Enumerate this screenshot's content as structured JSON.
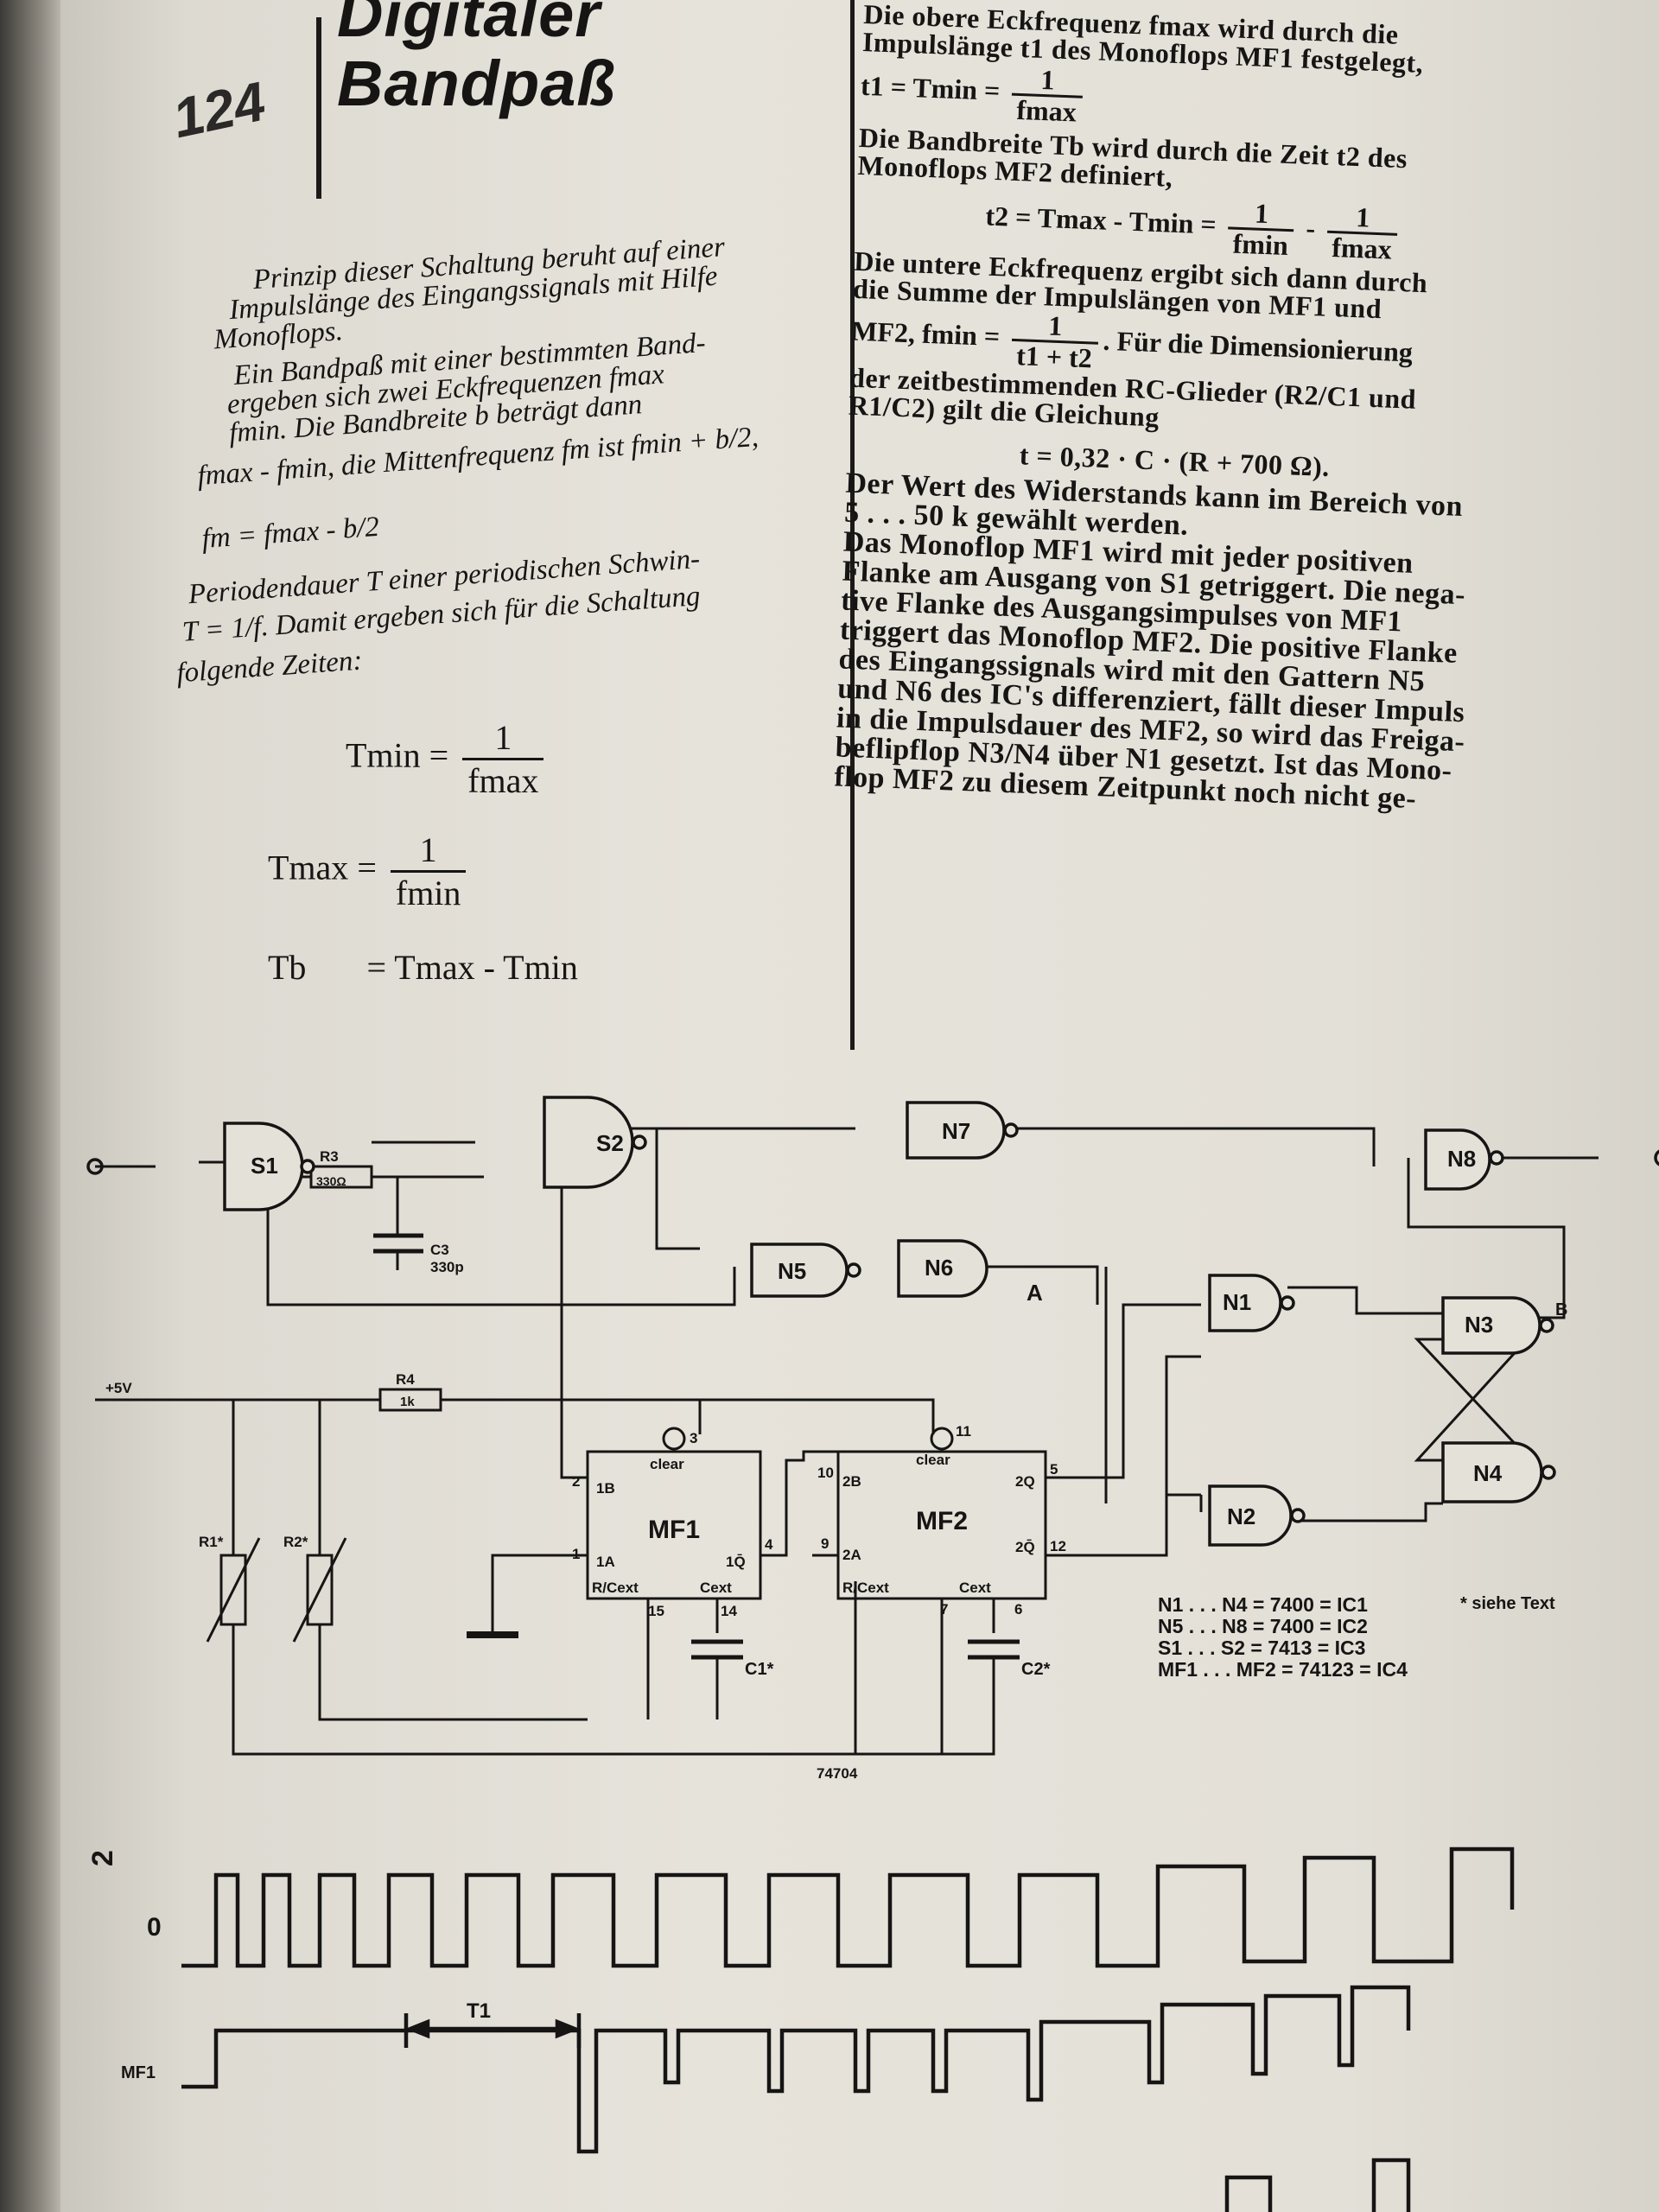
{
  "article": {
    "number": "124",
    "title_line1": "Digitaler",
    "title_line2": "Bandpaß"
  },
  "left_column": {
    "lines": [
      "Prinzip dieser Schaltung beruht auf einer",
      "Impulslänge des Eingangssignals mit Hilfe",
      "Monoflops.",
      "Ein Bandpaß mit einer bestimmten Band-",
      "ergeben sich zwei Eckfrequenzen fmax",
      "fmin. Die Bandbreite b beträgt dann",
      "fmax - fmin, die Mittenfrequenz fm ist fmin + b/2,",
      "fm = fmax - b/2",
      "Periodendauer T einer periodischen Schwin-",
      "T = 1/f. Damit ergeben sich für die Schaltung",
      "folgende Zeiten:"
    ],
    "formula_tmin_label": "Tmin",
    "formula_tmax_label": "Tmax",
    "formula_tb_label": "Tb",
    "formula_tb_rhs": "= Tmax - Tmin",
    "frac_one": "1",
    "frac_fmax": "fmax",
    "frac_fmin": "fmin"
  },
  "right_column": {
    "para1": [
      "Die obere Eckfrequenz fmax wird durch die",
      "Impulslänge t1 des Monoflops MF1 festgelegt,"
    ],
    "formula_t1": "t1 = Tmin =",
    "para2": [
      "Die Bandbreite Tb wird durch die Zeit t2 des",
      "Monoflops MF2 definiert,"
    ],
    "formula_t2": "t2 = Tmax - Tmin =",
    "para3": [
      "Die untere Eckfrequenz ergibt sich dann durch",
      "die Summe der Impulslängen von MF1 und"
    ],
    "formula_fmin_lhs": "MF2, fmin =",
    "formula_fmin_den": "t1 + t2",
    "formula_fmin_rhs": ". Für die Dimensionierung",
    "para4": [
      "der zeitbestimmenden RC-Glieder (R2/C1 und",
      "R1/C2) gilt die Gleichung"
    ],
    "formula_rc": "t = 0,32 · C · (R + 700 Ω).",
    "para5": [
      "Der Wert des Widerstands kann im Bereich von",
      "5 . . . 50 k gewählt werden.",
      "Das Monoflop MF1 wird mit jeder positiven",
      "Flanke am Ausgang von S1 getriggert. Die nega-",
      "tive Flanke des Ausgangsimpulses von MF1",
      "triggert das Monoflop MF2. Die positive Flanke",
      "des Eingangssignals wird mit den Gattern N5",
      "und N6 des IC's differenziert, fällt dieser Impuls",
      "in die Impulsdauer des MF2, so wird das Freiga-",
      "beflipflop N3/N4 über N1 gesetzt. Ist das Mono-",
      "flop MF2 zu diesem Zeitpunkt noch nicht ge-"
    ]
  },
  "circuit": {
    "gates": {
      "s1": "S1",
      "s2": "S2",
      "n1": "N1",
      "n2": "N2",
      "n3": "N3",
      "n4": "N4",
      "n5": "N5",
      "n6": "N6",
      "n7": "N7",
      "n8": "N8"
    },
    "mf1": {
      "label": "MF1",
      "clear": "clear",
      "pin_1b": "1B",
      "pin_1a": "1A",
      "pin_q": "1Q̄",
      "pin_rc": "R/Cext",
      "pin_c": "Cext",
      "p2": "2",
      "p1": "1",
      "p3": "3",
      "p4": "4",
      "p15": "15",
      "p14": "14"
    },
    "mf2": {
      "label": "MF2",
      "clear": "clear",
      "pin_2b": "2B",
      "pin_2a": "2A",
      "pin_2q": "2Q",
      "pin_2qn": "2Q̄",
      "pin_rc": "R/Cext",
      "pin_c": "Cext",
      "p10": "10",
      "p9": "9",
      "p11": "11",
      "p5": "5",
      "p12": "12",
      "p7": "7",
      "p6": "6"
    },
    "components": {
      "r3": "R3",
      "r3_val": "330Ω",
      "c3": "C3",
      "c3_val": "330p",
      "r4": "R4",
      "r4_val": "1k",
      "r1": "R1*",
      "r2": "R2*",
      "c1": "C1*",
      "c2": "C2*"
    },
    "supply": "+5V",
    "node_a": "A",
    "node_b": "B",
    "ic_list": [
      "N1 . . . N4 = 7400 = IC1",
      "N5 . . . N8 = 7400 = IC2",
      "S1 . . . S2 = 7413 = IC3",
      "MF1 . . . MF2 = 74123 = IC4"
    ],
    "note": "* siehe Text",
    "figure_number": "74704"
  },
  "timing": {
    "figure_label": "2",
    "trace1_label": "0",
    "trace2_label": "MF1",
    "t1_label": "T1"
  }
}
